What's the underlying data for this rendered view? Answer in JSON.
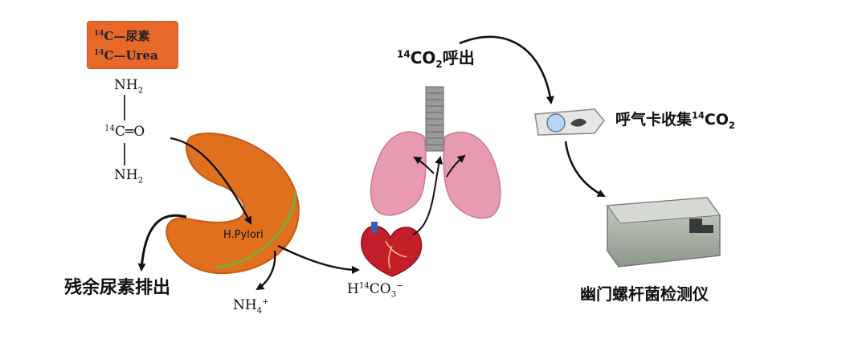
{
  "urea_box": {
    "line1_sup": "14",
    "line1_text": "C—尿素",
    "line2_sup": "14",
    "line2_text": "C—Urea"
  },
  "structure": {
    "nh2_top": "NH",
    "nh2_top_sub": "2",
    "c_sup": "14",
    "c_text": "C═O",
    "nh2_bottom": "NH",
    "nh2_bottom_sub": "2"
  },
  "labels": {
    "h_pylori": "H.Pylori",
    "residual_urea": "残余尿素排出",
    "nh4": "NH",
    "nh4_sub": "4",
    "nh4_sup": "+",
    "bicarb_h": "H",
    "bicarb_sup": "14",
    "bicarb_co": "CO",
    "bicarb_sub": "3",
    "bicarb_charge": "−",
    "co2_sup": "14",
    "co2_co": "CO",
    "co2_sub": "2",
    "co2_text": "呼出",
    "card_text": "呼气卡收集",
    "card_sup": "14",
    "card_co": "CO",
    "card_sub": "2",
    "detector": "幽门螺杆菌检测仪"
  },
  "colors": {
    "stomach": "#e0701e",
    "lung": "#e79ab0",
    "heart": "#c41e2a",
    "urea_box": "#e7692a",
    "device": "#9aa49a",
    "arrow": "#111111"
  }
}
